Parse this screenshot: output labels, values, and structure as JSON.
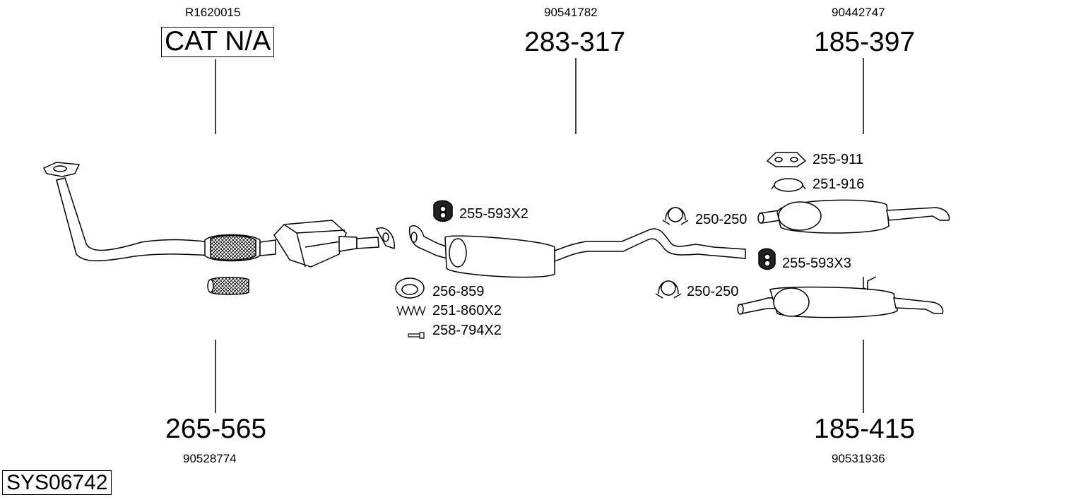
{
  "diagram": {
    "system_code": "SYS06742",
    "sections": {
      "front_pipe": {
        "oem": "R1620015",
        "part": "CAT N/A"
      },
      "center_muffler": {
        "oem": "90541782",
        "part": "283-317"
      },
      "rear_muffler_a": {
        "oem": "90442747",
        "part": "185-397"
      },
      "downpipe": {
        "oem": "90528774",
        "part": "265-565"
      },
      "rear_muffler_b": {
        "oem": "90531936",
        "part": "185-415"
      }
    },
    "accessories": [
      "255-593X2",
      "256-859",
      "251-860X2",
      "258-794X2",
      "250-250",
      "255-911",
      "251-916",
      "255-593X3",
      "250-250"
    ]
  }
}
